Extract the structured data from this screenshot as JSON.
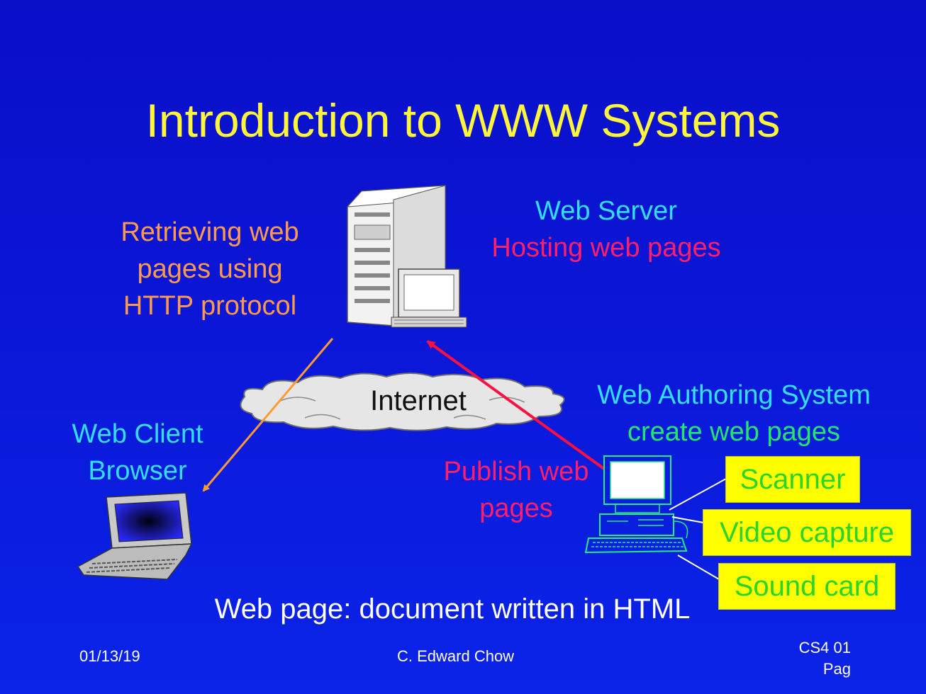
{
  "slide": {
    "title": "Introduction to WWW Systems",
    "retrieve_label": "Retrieving web pages using HTTP protocol",
    "server_title": "Web Server",
    "server_subtitle": "Hosting web pages",
    "client_label": "Web Client Browser",
    "authoring_title": "Web Authoring System",
    "authoring_subtitle": "create web pages",
    "publish_label": "Publish web pages",
    "internet_label": "Internet",
    "peripherals": [
      "Scanner",
      "Video capture",
      "Sound card"
    ],
    "caption": "Web page: document written in HTML",
    "footer": {
      "date": "01/13/19",
      "author": "C. Edward Chow",
      "course": "CS4 01 Pag"
    }
  },
  "colors": {
    "title": "#fff53a",
    "cyan_label": "#33ddff",
    "retrieve_label": "#ff9a4d",
    "magenta_label": "#ff1f6a",
    "green_label": "#22e66e",
    "box_fill": "#ffff00",
    "box_text": "#2bd42b",
    "orange_arrow": "#ff9a33",
    "red_arrow": "#ff1040"
  },
  "icons": [
    "server-tower-icon",
    "laptop-icon",
    "desktop-computer-icon",
    "cloud-icon"
  ]
}
